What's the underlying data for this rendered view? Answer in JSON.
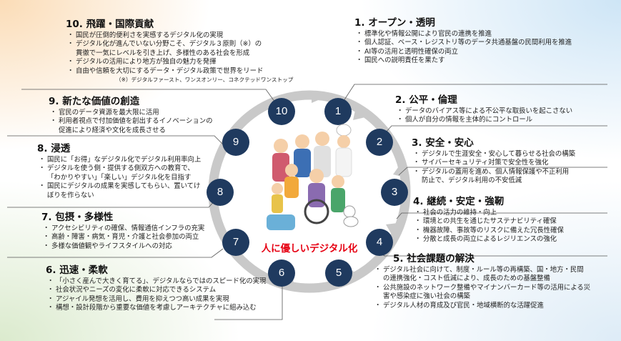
{
  "colors": {
    "ring": "#c8c8c8",
    "node": "#1f3a5f",
    "caption": "#e60012",
    "line": "#555555"
  },
  "center": {
    "caption": "人に優しいデジタル化",
    "image": "family-illustration"
  },
  "nodes": [
    "1",
    "2",
    "3",
    "4",
    "5",
    "6",
    "7",
    "8",
    "9",
    "10"
  ],
  "sections": {
    "s1": {
      "title": "1. オープン・透明",
      "items": [
        "標準化や情報公開により官民の連携を推進",
        "個人認証、ベース・レジストリ等のデータ共通基盤の民間利用を推進",
        "AI等の活用と透明性確保の両立",
        "国民への説明責任を果たす"
      ]
    },
    "s2": {
      "title": "2. 公平・倫理",
      "items": [
        "データのバイアス等による不公平な取扱いを起こさない",
        "個人が自分の情報を主体的にコントロール"
      ]
    },
    "s3": {
      "title": "3. 安全・安心",
      "items": [
        "デジタルで生涯安全・安心して暮らせる社会の構築",
        "サイバーセキュリティ対策で安全性を強化",
        "デジタルの蓋用を進め、個人情報保護や不正利用",
        "防止で、デジタル利用の不安低減"
      ]
    },
    "s4": {
      "title": "4. 継続・安定・強靭",
      "items": [
        "社会の活力の維持・向上",
        "環境との共生を通じたサステナビリティ確保",
        "機器故障、事故等のリスクに備えた冗長性確保",
        "分散と成長の両立によるレジリエンスの強化"
      ]
    },
    "s5": {
      "title": "5. 社会課題の解決",
      "items": [
        "デジタル社会に向けて、制度・ルール等の再構築、国・地方・民間",
        "の連携強化・コスト低減により、成長のための基盤整備",
        "公共施設のネットワーク整備やマイナンバーカード等の活用による災",
        "害や感染症に強い社会の構築",
        "デジタル人材の育成及び官民・地域横断的な活躍促進"
      ]
    },
    "s6": {
      "title": "6. 迅速・柔軟",
      "items": [
        "「小さく産んで大きく育てる」、デジタルならではのスピード化の実現",
        "社会状況やニーズの変化に柔軟に対応できるシステム",
        "アジャイル発想を活用し、費用を抑えつつ高い成果を実現",
        "構想・設計段階から重要な価値を考慮しアーキテクチャに組み込む"
      ]
    },
    "s7": {
      "title": "7. 包摂・多様性",
      "items": [
        "アクセシビリティの確保、情報通信インフラの充実",
        "高齢・障害・病気・育児・介護と社会参加の両立",
        "多様な価値観やライフスタイルへの対応"
      ]
    },
    "s8": {
      "title": "8. 浸透",
      "items": [
        "国民に「お得」なデジタル化でデジタル利用率向上",
        "デジタルを使う側・提供する側双方への教育で、",
        "「わかりやすい」「楽しい」デジタル化を目指す",
        "国民にデジタルの成果を実感してもらい、置いてけ",
        "ぼりを作らない"
      ]
    },
    "s9": {
      "title": "9. 新たな価値の創造",
      "items": [
        "官民のデータ資源を最大限に活用",
        "利用者視点で付加価値を創出するイノベーションの",
        "促進により経済や文化を成長させる"
      ]
    },
    "s10": {
      "title": "10. 飛躍・国際貢献",
      "items": [
        "国民が圧倒的便利さを実感するデジタル化の実現",
        "デジタル化が進んでいない分野こそ、デジタル３原則（※）の",
        "貫徹で一気にレベルを引き上げ、多様性のある社会を形成",
        "デジタルの活用により地方が独自の魅力を発揮",
        "自由や信頼を大切にするデータ・デジタル政策で世界をリード"
      ],
      "note": "（※）デジタルファースト、ワンスオンリー、コネクテッドワンストップ"
    }
  }
}
